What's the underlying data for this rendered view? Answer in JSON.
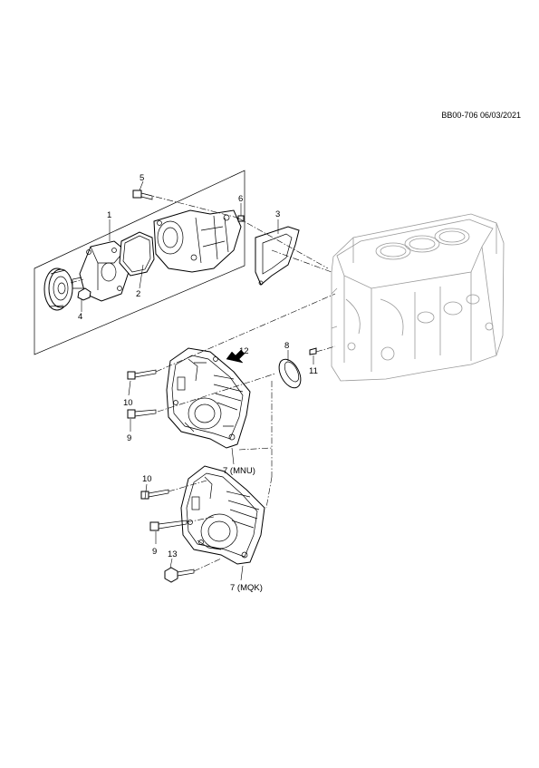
{
  "reference_code": "BB00-706 06/03/2021",
  "callouts": {
    "c1": "1",
    "c2": "2",
    "c3": "3",
    "c4": "4",
    "c5": "5",
    "c6": "6",
    "c7_mnu": "7 (MNU)",
    "c7_mqk": "7 (MQK)",
    "c8": "8",
    "c9_upper": "9",
    "c9_lower": "9",
    "c10_upper": "10",
    "c10_lower": "10",
    "c11": "11",
    "c12": "12",
    "c13": "13"
  }
}
